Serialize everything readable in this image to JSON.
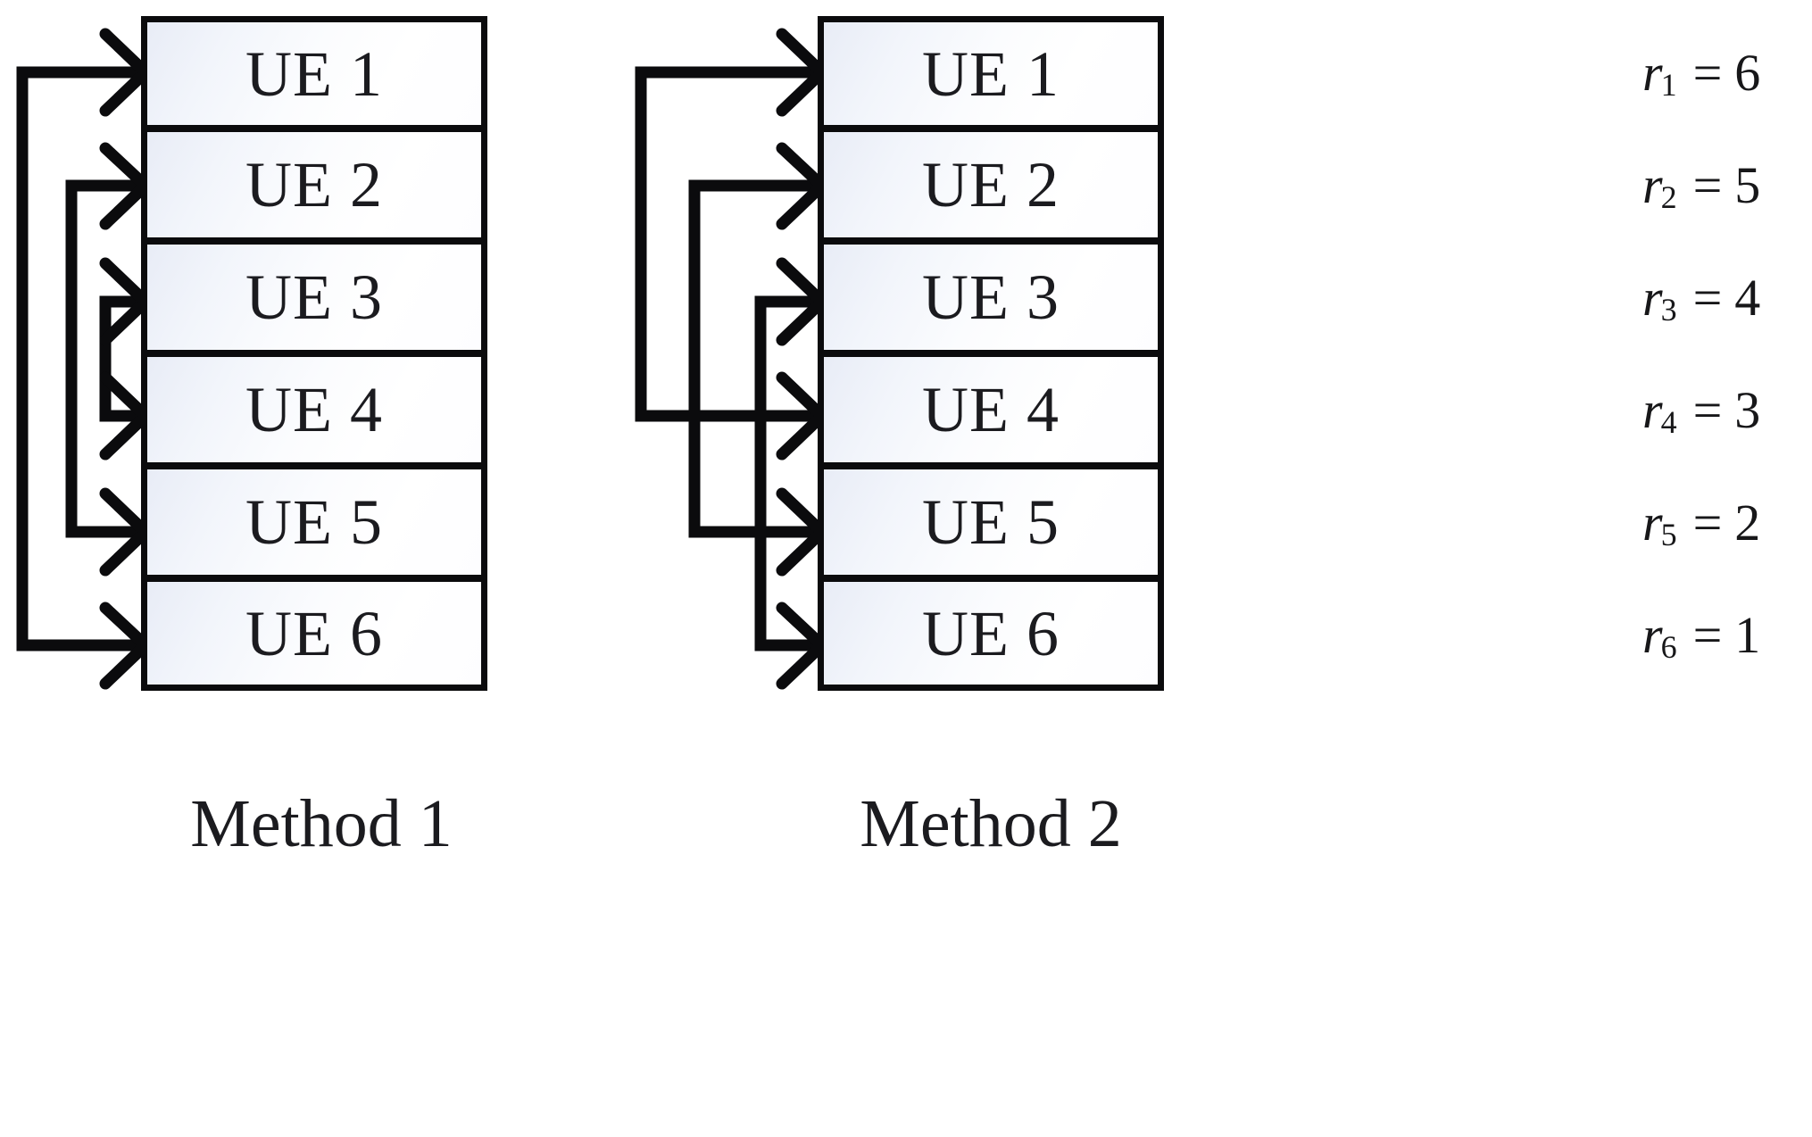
{
  "figure": {
    "type": "diagram",
    "description": "Two UE pairing / resource-assignment schemes, Method 1 and Method 2, each over six user equipments with associated rates."
  },
  "methods": [
    {
      "id": "method-1",
      "caption": "Method 1",
      "boxes": [
        {
          "label": "UE 1"
        },
        {
          "label": "UE 2"
        },
        {
          "label": "UE 3"
        },
        {
          "label": "UE 4"
        },
        {
          "label": "UE 5"
        },
        {
          "label": "UE 6"
        }
      ],
      "pairings": [
        {
          "from": "UE 1",
          "to": "UE 6",
          "nesting": "outer"
        },
        {
          "from": "UE 2",
          "to": "UE 5",
          "nesting": "middle"
        },
        {
          "from": "UE 3",
          "to": "UE 4",
          "nesting": "inner"
        }
      ]
    },
    {
      "id": "method-2",
      "caption": "Method 2",
      "boxes": [
        {
          "label": "UE 1"
        },
        {
          "label": "UE 2"
        },
        {
          "label": "UE 3"
        },
        {
          "label": "UE 4"
        },
        {
          "label": "UE 5"
        },
        {
          "label": "UE 6"
        }
      ],
      "pairings": [
        {
          "from": "UE 1",
          "to": "UE 4",
          "nesting": "outer"
        },
        {
          "from": "UE 2",
          "to": "UE 5",
          "nesting": "middle"
        },
        {
          "from": "UE 3",
          "to": "UE 6",
          "nesting": "inner"
        }
      ]
    }
  ],
  "rates": [
    {
      "symbol": "r",
      "subscript": "1",
      "equals": "=",
      "value": "6"
    },
    {
      "symbol": "r",
      "subscript": "2",
      "equals": "=",
      "value": "5"
    },
    {
      "symbol": "r",
      "subscript": "3",
      "equals": "=",
      "value": "4"
    },
    {
      "symbol": "r",
      "subscript": "4",
      "equals": "=",
      "value": "3"
    },
    {
      "symbol": "r",
      "subscript": "5",
      "equals": "=",
      "value": "2"
    },
    {
      "symbol": "r",
      "subscript": "6",
      "equals": "=",
      "value": "1"
    }
  ],
  "colors": {
    "stroke": "#0b0b0d",
    "box_fill_start": "#e8ecf6",
    "box_fill_end": "#ffffff",
    "text": "#1b1b1f",
    "background": "#ffffff"
  }
}
